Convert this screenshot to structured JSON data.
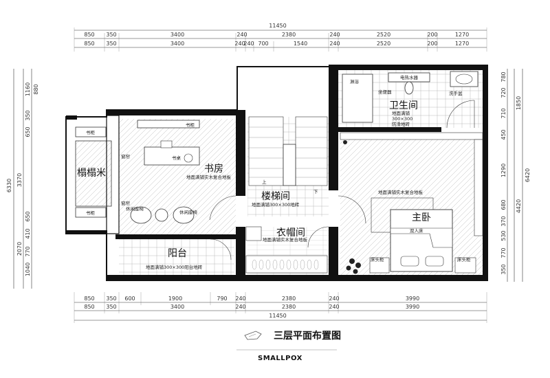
{
  "title": "三层平面布置图",
  "brand": "SMALLPOX",
  "dimensions": {
    "top_total": "11450",
    "top_row1": [
      "850",
      "350",
      "3400",
      "240",
      "2380",
      "240",
      "2520",
      "200",
      "1270"
    ],
    "top_row2": [
      "850",
      "350",
      "3400",
      "240",
      "240",
      "700",
      "1540",
      "240",
      "2520",
      "200",
      "1270"
    ],
    "bottom_row1": [
      "850",
      "350",
      "600",
      "1900",
      "790",
      "240",
      "2380",
      "240",
      "3990"
    ],
    "bottom_row2": [
      "850",
      "350",
      "3400",
      "240",
      "2380",
      "240",
      "3990"
    ],
    "bottom_total": "11450",
    "left_total": "6330",
    "left_mid": [
      "3370",
      "2070"
    ],
    "left_small": [
      "1160",
      "880",
      "350",
      "650",
      "650",
      "410",
      "770",
      "1040"
    ],
    "right_total": "6420",
    "right_mid": [
      "1850",
      "4420"
    ],
    "right_small": [
      "780",
      "720",
      "710",
      "450",
      "1290",
      "680",
      "370",
      "530",
      "770",
      "350"
    ]
  },
  "rooms": {
    "bathroom": "卫生间",
    "study": "书房",
    "tatami": "榻榻米",
    "stairs": "楼梯间",
    "closet": "衣帽间",
    "balcony": "阳台",
    "master_bedroom": "主卧"
  },
  "notes": {
    "bathroom_floor": [
      "地面满铺",
      "300×300",
      "防滑地砖"
    ],
    "study_floor": "地面满铺实木复合地板",
    "stairs_floor": "地面满铺300×300地砖",
    "closet_floor": "地面满铺实木复合地板",
    "balcony_floor": "地面满铺300×300阳台地砖",
    "bedroom_floor": "地面满铺实木复合地板"
  },
  "labels": {
    "shower": "淋浴",
    "water_heater": "电热水器",
    "toilet": "坐便器",
    "basin": "洗手盆",
    "bookcase": "书柜",
    "desk": "书桌",
    "window_sill_1": "窗帘",
    "window_sill_2": "窗帘",
    "leisure_chair_1": "休闲座椅",
    "leisure_chair_2": "休闲座椅",
    "cabinet_top": "书柜",
    "cabinet_bottom": "书柜",
    "double_bed": "双人床",
    "nightstand_left": "床头柜",
    "nightstand_right": "床头柜",
    "stair_up": "上",
    "stair_down": "下"
  }
}
